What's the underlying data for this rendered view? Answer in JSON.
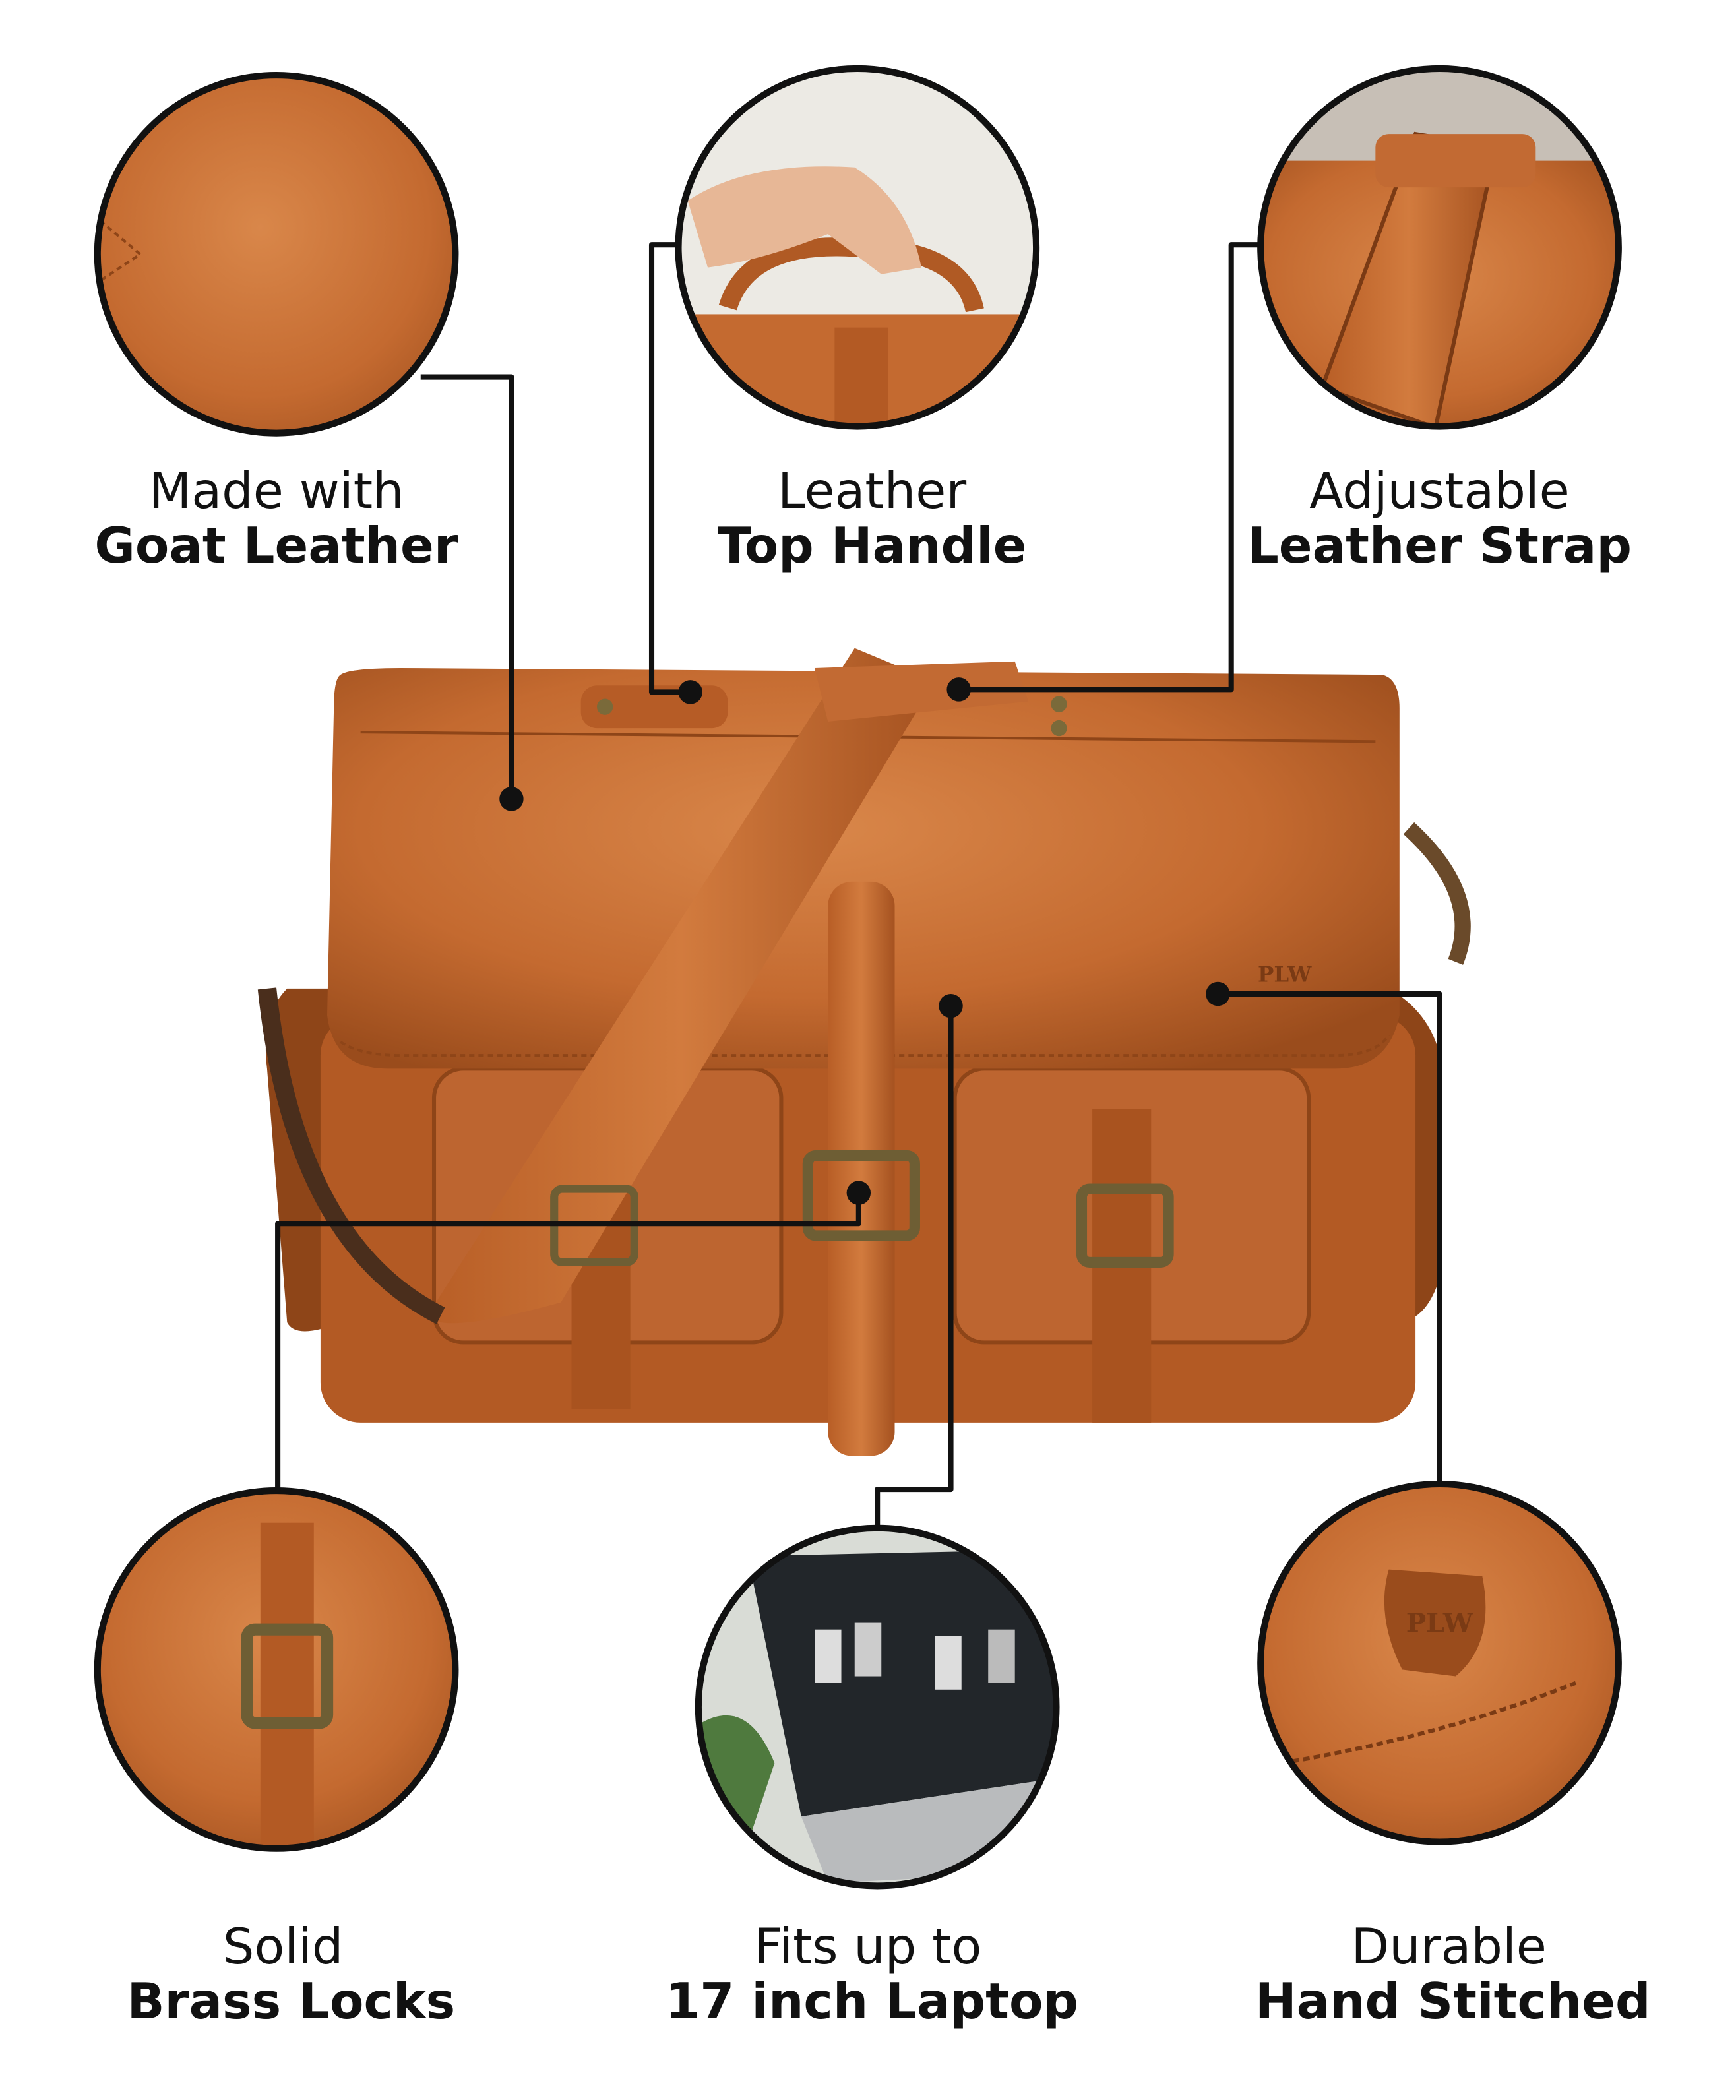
{
  "features": [
    {
      "line1": "Made with",
      "line2": "Goat Leather"
    },
    {
      "line1": "Leather",
      "line2": "Top Handle"
    },
    {
      "line1": "Adjustable",
      "line2": "Leather Strap"
    },
    {
      "line1": "Solid",
      "line2": "Brass Locks"
    },
    {
      "line1": "Fits up to",
      "line2": "17 inch Laptop"
    },
    {
      "line1": "Durable",
      "line2": "Hand Stitched"
    }
  ],
  "brand_logo": "PLW",
  "colors": {
    "leather": "#c46a30",
    "leather_dark": "#8e4518",
    "brass": "#7a6a3a",
    "line": "#111111"
  }
}
